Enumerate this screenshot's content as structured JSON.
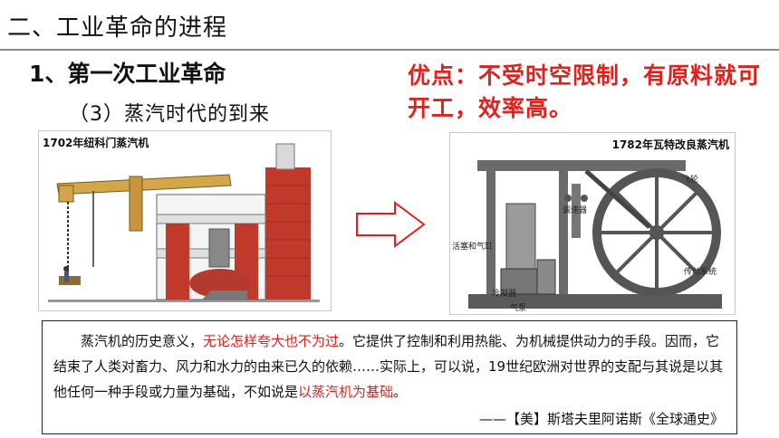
{
  "header": {
    "title": "二、工业革命的进程"
  },
  "section": {
    "title": "1、第一次工业革命",
    "subsection": "（3）蒸汽时代的到来"
  },
  "advantage": {
    "text": "优点：不受时空限制，有原料就可开工，效率高。"
  },
  "images": {
    "left": {
      "label": "1702年纽科门蒸汽机"
    },
    "right": {
      "label": "1782年瓦特改良蒸汽机",
      "parts": {
        "flywheel": "飞轮",
        "governor": "调速器",
        "piston": "活塞和气缸",
        "transmission": "传动系统",
        "condenser": "冷凝器",
        "pump": "气泵"
      }
    }
  },
  "quote": {
    "p1": "蒸汽机的历史意义，",
    "h1": "无论怎样夸大也不为过",
    "p2": "。它提供了控制和利用热能、为机械提供动力的手段。因而，它结束了人类对畜力、风力和水力的由来已久的依赖……实际上，可以说，19世纪欧洲对世界的支配与其说是以其他任何一种手段或力量为基础，不如说是",
    "h2": "以蒸汽机为基础",
    "p3": "。",
    "source": "——【美】斯塔夫里阿诺斯《全球通史》"
  },
  "colors": {
    "accent_red": "#e2201c",
    "divider": "#8a8a8a"
  }
}
